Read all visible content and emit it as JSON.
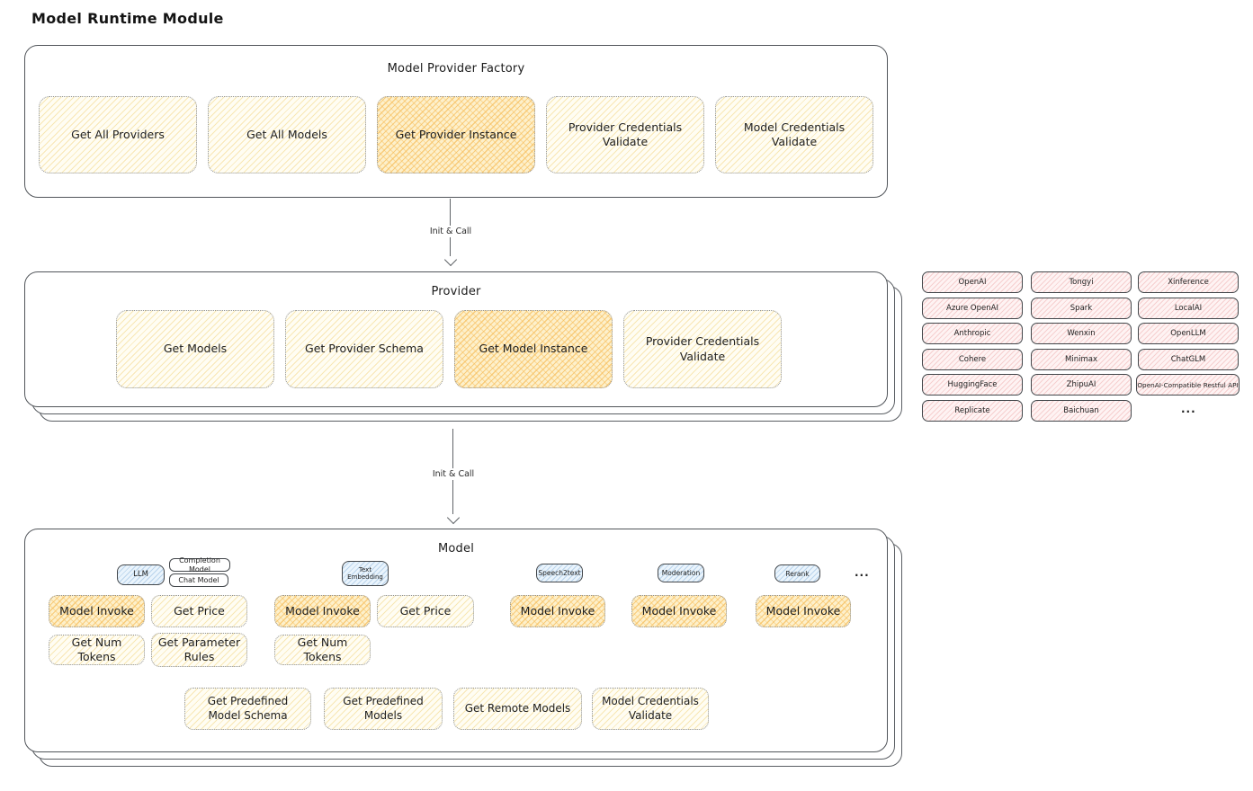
{
  "title": "Model Runtime Module",
  "factory": {
    "title": "Model Provider Factory",
    "buttons": [
      {
        "label": "Get All Providers",
        "highlighted": false
      },
      {
        "label": "Get All Models",
        "highlighted": false
      },
      {
        "label": "Get Provider Instance",
        "highlighted": true
      },
      {
        "label": "Provider Credentials Validate",
        "highlighted": false
      },
      {
        "label": "Model Credentials Validate",
        "highlighted": false
      }
    ]
  },
  "arrows": [
    {
      "label": "Init & Call"
    },
    {
      "label": "Init & Call"
    }
  ],
  "provider": {
    "title": "Provider",
    "buttons": [
      {
        "label": "Get Models",
        "highlighted": false
      },
      {
        "label": "Get Provider Schema",
        "highlighted": false
      },
      {
        "label": "Get Model Instance",
        "highlighted": true
      },
      {
        "label": "Provider Credentials Validate",
        "highlighted": false
      }
    ]
  },
  "provider_list": {
    "columns": [
      {
        "items": [
          "OpenAI",
          "Azure OpenAI",
          "Anthropic",
          "Cohere",
          "HuggingFace",
          "Replicate"
        ]
      },
      {
        "items": [
          "Tongyi",
          "Spark",
          "Wenxin",
          "Minimax",
          "ZhipuAI",
          "Baichuan"
        ]
      },
      {
        "items": [
          "Xinference",
          "LocalAI",
          "OpenLLM",
          "ChatGLM",
          "OpenAI-Compatible Restful API"
        ]
      }
    ],
    "more": "..."
  },
  "model": {
    "title": "Model",
    "types": {
      "llm": "LLM",
      "completion": "Completion Model",
      "chat": "Chat Model",
      "text_embedding": "Text Embedding",
      "speech2text": "Speech2text",
      "moderation": "Moderation",
      "rerank": "Rerank",
      "more": "..."
    },
    "buttons": {
      "model_invoke": "Model Invoke",
      "get_price": "Get Price",
      "get_num_tokens": "Get Num Tokens",
      "get_parameter_rules": "Get Parameter Rules",
      "get_predefined_model_schema": "Get Predefined Model Schema",
      "get_predefined_models": "Get Predefined Models",
      "get_remote_models": "Get Remote Models",
      "model_credentials_validate": "Model Credentials Validate"
    }
  },
  "colors": {
    "highlight_fill": "#fbdf9e",
    "yellow_fill": "#fffdf3",
    "pink_fill": "#fef3f3",
    "blue_fill": "#eaf4fc",
    "panel_border": "#51555a",
    "text": "#1e1e1e"
  }
}
